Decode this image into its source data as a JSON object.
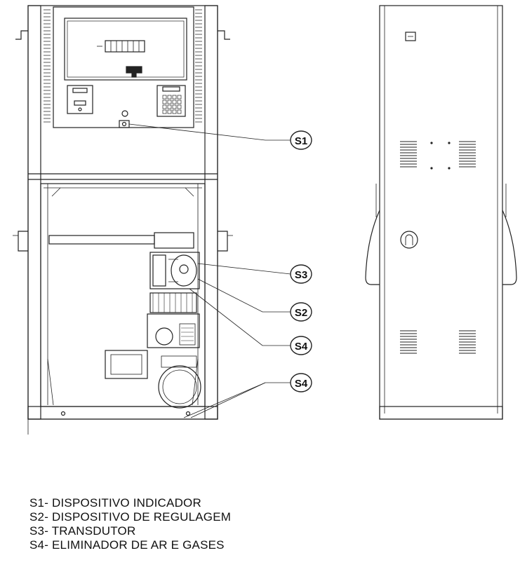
{
  "diagram": {
    "callouts": [
      {
        "id": "S1",
        "label": "S1"
      },
      {
        "id": "S3",
        "label": "S3"
      },
      {
        "id": "S2",
        "label": "S2"
      },
      {
        "id": "S4a",
        "label": "S4"
      },
      {
        "id": "S4b",
        "label": "S4"
      }
    ],
    "legend": [
      {
        "code": "S1-",
        "text": "DISPOSITIVO INDICADOR"
      },
      {
        "code": "S2-",
        "text": "DISPOSITIVO DE REGULAGEM"
      },
      {
        "code": "S3-",
        "text": "TRANSDUTOR"
      },
      {
        "code": "S4-",
        "text": "ELIMINADOR DE AR E GASES"
      }
    ]
  }
}
